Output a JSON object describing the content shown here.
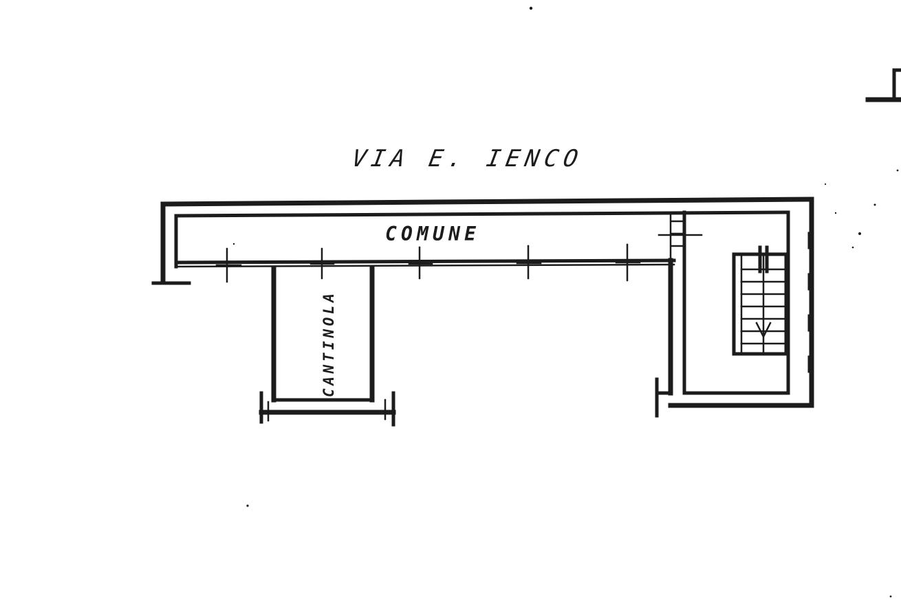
{
  "plan": {
    "street_label": "VIA E. IENCO",
    "rooms": [
      {
        "id": "comune",
        "label": "COMUNE"
      },
      {
        "id": "cantinola",
        "label": "CANTINOLA"
      }
    ]
  },
  "colors": {
    "ink": "#1c1c1c",
    "paper": "#ffffff"
  }
}
